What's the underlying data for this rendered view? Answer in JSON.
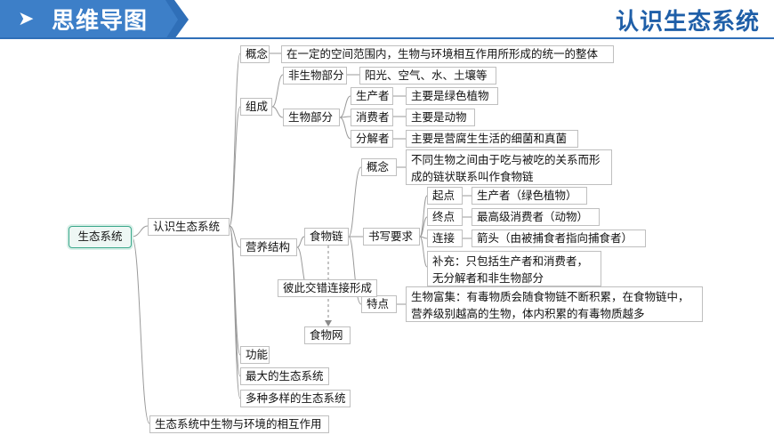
{
  "header": {
    "title": "思维导图",
    "right_title": "认识生态系统",
    "accent": "#2f6fb8",
    "icon": "chevron-right-icon"
  },
  "mindmap": {
    "root": "生态系统",
    "branch_main": "认识生态系统",
    "branch_interaction": "生态系统中生物与环境的相互作用",
    "concept": {
      "label": "概念",
      "text": "在一定的空间范围内，生物与环境相互作用所形成的统一的整体"
    },
    "composition": {
      "label": "组成",
      "abiotic": {
        "label": "非生物部分",
        "text": "阳光、空气、水、土壤等"
      },
      "biotic": {
        "label": "生物部分",
        "producer": {
          "label": "生产者",
          "text": "主要是绿色植物"
        },
        "consumer": {
          "label": "消费者",
          "text": "主要是动物"
        },
        "decomposer": {
          "label": "分解者",
          "text": "主要是营腐生生活的细菌和真菌"
        }
      }
    },
    "nutrition": {
      "label": "营养结构",
      "food_chain": {
        "label": "食物链",
        "concept_label": "概念",
        "concept_text": "不同生物之间由于吃与被吃的关系而形成的链状联系叫作食物链",
        "writing": {
          "label": "书写要求",
          "start_label": "起点",
          "start_text": "生产者（绿色植物）",
          "end_label": "终点",
          "end_text": "最高级消费者（动物）",
          "link_label": "连接",
          "link_text": "箭头（由被捕食者指向捕食者）",
          "supplement": "补充：只包括生产者和消费者，无分解者和非生物部分"
        },
        "feature": {
          "label": "特点",
          "text": "生物富集：有毒物质会随食物链不断积累，在食物链中，营养级别越高的生物，体内积累的有毒物质越多"
        }
      },
      "interlink": "彼此交错连接形成",
      "food_web": "食物网"
    },
    "function": "功能",
    "largest": "最大的生态系统",
    "diverse": "多种多样的生态系统"
  }
}
